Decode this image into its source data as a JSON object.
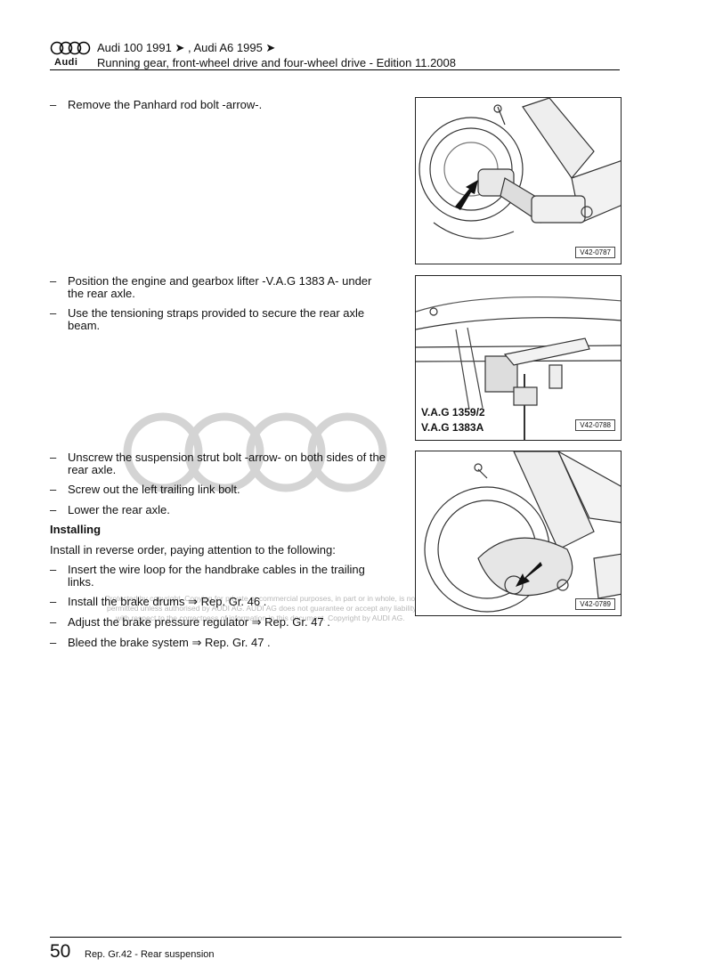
{
  "header": {
    "logo_text": "Audi",
    "line1": "Audi 100 1991 ➤ , Audi A6 1995 ➤",
    "line2": "Running gear, front-wheel drive and four-wheel drive - Edition 11.2008"
  },
  "steps_section1": [
    "Remove the Panhard rod bolt -arrow-."
  ],
  "steps_section2": [
    "Position the engine and gearbox lifter -V.A.G 1383 A- under the rear axle.",
    "Use the tensioning straps provided to secure the rear axle beam."
  ],
  "steps_section3": [
    "Unscrew the suspension strut bolt -arrow- on both sides of the rear axle.",
    "Screw out the left trailing link bolt.",
    "Lower the rear axle."
  ],
  "installing": {
    "heading": "Installing",
    "intro": "Install in reverse order, paying attention to the following:",
    "steps": [
      "Insert the wire loop for the handbrake cables in the trailing links.",
      "Install the brake drums ⇒  Rep. Gr.  46 .",
      "Adjust the brake pressure regulator ⇒  Rep. Gr.  47 .",
      "Bleed the brake system ⇒  Rep. Gr.  47 ."
    ]
  },
  "watermark": {
    "line1": "Protected by copyright. Copying for private or commercial purposes, in part or in whole, is not",
    "line2": "permitted unless authorised by AUDI AG. AUDI AG does not guarantee or accept any liability",
    "line3": "with respect to the correctness of information in this document. Copyright by AUDI AG."
  },
  "figures": [
    {
      "code": "V42-0787"
    },
    {
      "code": "V42-0788",
      "labels": [
        "V.A.G 1359/2",
        "V.A.G 1383A"
      ]
    },
    {
      "code": "V42-0789"
    }
  ],
  "footer": {
    "page_number": "50",
    "section": "Rep. Gr.42 - Rear suspension"
  },
  "dash": "–"
}
